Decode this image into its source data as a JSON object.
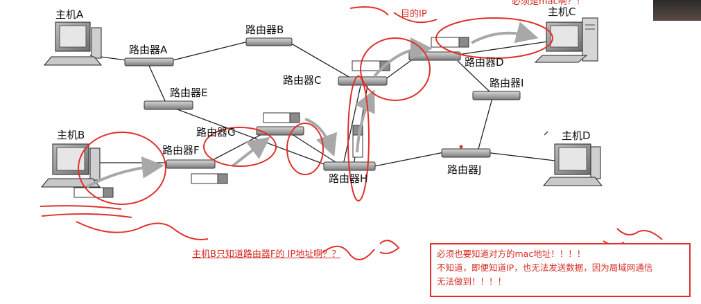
{
  "hosts": {
    "a": "主机A",
    "b": "主机B",
    "c": "主机C",
    "d": "主机D"
  },
  "routers": {
    "a": "路由器A",
    "b": "路由器B",
    "c": "路由器C",
    "d": "路由器D",
    "e": "路由器E",
    "f": "路由器F",
    "g": "路由器G",
    "h": "路由器H",
    "i": "路由器I",
    "j": "路由器J"
  },
  "annotations": {
    "dest_ip": "目的IP",
    "top_note": "必须是mac啊？！",
    "question": "主机B只知道路由器F的 IP地址啊？？",
    "note_lines": [
      "必须也要知道对方的mac地址！！！！",
      "不知道，即便知道IP，也无法发送数据，因为局域网通信",
      "无法做到！！！！"
    ]
  },
  "colors": {
    "annotation_red": "#e0302a",
    "line": "#222222",
    "device_gray": "#9a9a9a",
    "arrow_gray": "#a8a8a8"
  }
}
